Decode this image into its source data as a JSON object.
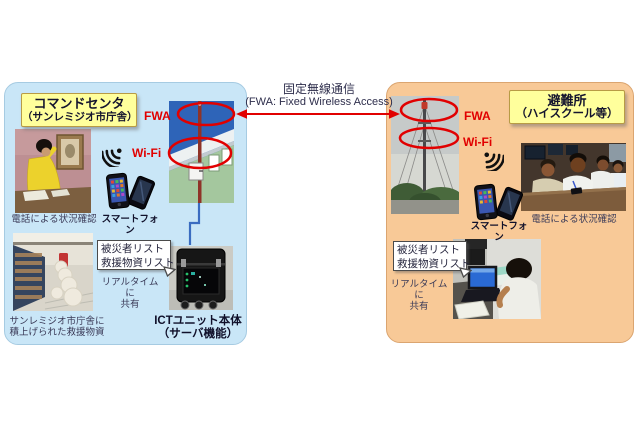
{
  "colors": {
    "left_panel_bg": "#c9e6f7",
    "right_panel_bg": "#f8c997",
    "title_box_bg": "#ffff9c",
    "accent_red": "#e10000",
    "cable_blue": "#3a6cc0"
  },
  "connection": {
    "title": "固定無線通信",
    "subtitle": "(FWA: Fixed Wireless Access)"
  },
  "icons": {
    "wifi": "wifi-signal-arcs",
    "link": "red-double-headed-arrow",
    "fwa_highlight": "red-ellipse",
    "wifi_highlight": "red-ellipse"
  },
  "left_panel": {
    "title_line1": "コマンドセンタ",
    "title_line2": "（サンレミジオ市庁舎）",
    "fwa_label": "FWA",
    "wifi_label": "Wi-Fi",
    "smartphone_label": "スマートフォン",
    "phone_caption": "電話による状況確認",
    "list_box": {
      "line1": "被災者リスト",
      "line2": "救援物資リスト"
    },
    "realtime": {
      "line1": "リアルタイムに",
      "line2": "共有"
    },
    "supplies_caption": {
      "line1": "サンレミジオ市庁舎に",
      "line2": "積上げられた救援物資"
    },
    "ict_caption": {
      "line1": "ICTユニット本体",
      "line2": "（サーバ機能）"
    }
  },
  "right_panel": {
    "title_line1": "避難所",
    "title_line2": "（ハイスクール等）",
    "fwa_label": "FWA",
    "wifi_label": "Wi-Fi",
    "smartphone_label": "スマートフォン",
    "phone_caption": "電話による状況確認",
    "list_box": {
      "line1": "被災者リスト",
      "line2": "救援物資リスト"
    },
    "realtime": {
      "line1": "リアルタイムに",
      "line2": "共有"
    }
  }
}
